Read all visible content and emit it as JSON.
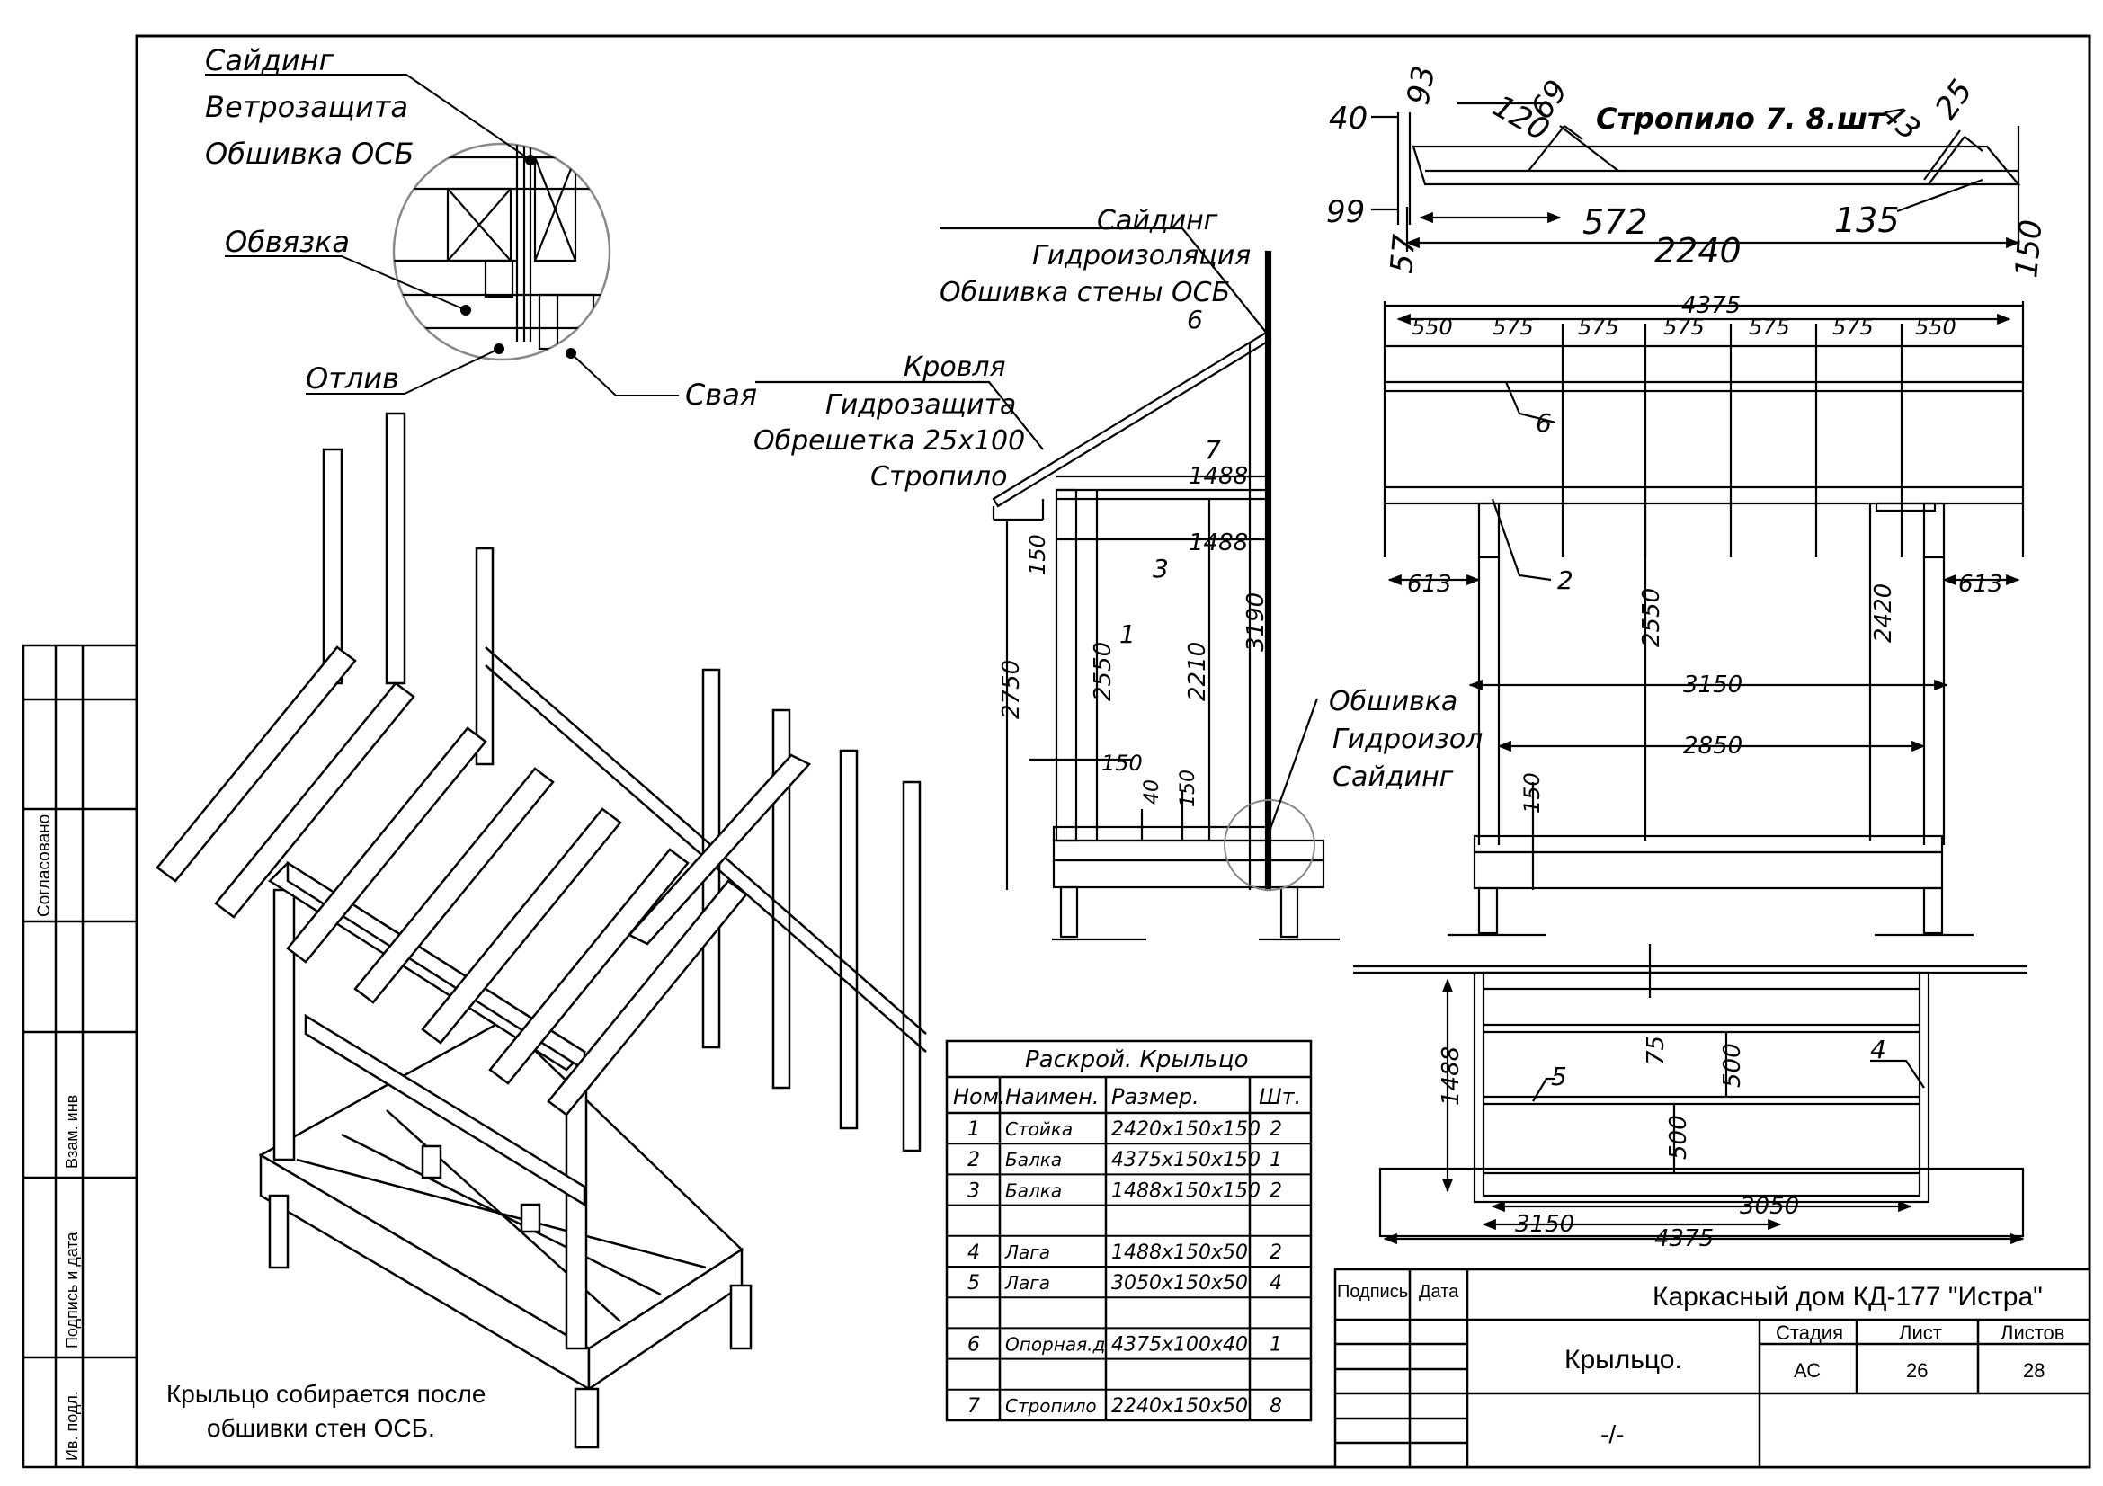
{
  "side_stamp": {
    "soglasovano": "Согласовано",
    "vzam_inv": "Взам. инв",
    "podpis_data": "Подпись и дата",
    "inv_podl": "Ив. подл."
  },
  "detail_callout": {
    "siding": "Сайдинг",
    "windproof": "Ветрозащита",
    "osb_cladding": "Обшивка ОСБ",
    "binding": "Обвязка",
    "drip": "Отлив",
    "pile": "Свая"
  },
  "section_labels": {
    "siding": "Сайдинг",
    "waterproofing": "Гидроизоляция",
    "wall_osb": "Обшивка стены ОСБ",
    "roofing": "Кровля",
    "hydro_protection": "Гидрозащита",
    "battens": "Обрешетка 25х100",
    "rafter": "Стропило",
    "cladding": "Обшивка",
    "hydro_insul": "Гидроизол",
    "siding2": "Сайдинг"
  },
  "section_dims": {
    "d1488a": "1488",
    "d1488b": "1488",
    "d150a": "150",
    "d2750": "2750",
    "d2550": "2550",
    "d2210": "2210",
    "d3190": "3190",
    "d150b": "150",
    "d40": "40",
    "d150c": "150"
  },
  "section_marks": {
    "m1": "1",
    "m3": "3",
    "m6": "6",
    "m7": "7"
  },
  "rafter_detail": {
    "title": "Стропило  7.  8.шт",
    "d40": "40",
    "d93": "93",
    "d120": "120",
    "d69": "69",
    "d43": "43",
    "d25": "25",
    "d99": "99",
    "d57": "57",
    "d572": "572",
    "d2240": "2240",
    "d135": "135",
    "d150": "150"
  },
  "front_view": {
    "d4375": "4375",
    "spacing": [
      "550",
      "575",
      "575",
      "575",
      "575",
      "575",
      "550"
    ],
    "d613l": "613",
    "d613r": "613",
    "d2550": "2550",
    "d2420": "2420",
    "d3150": "3150",
    "d2850": "2850",
    "d150": "150",
    "m6": "6",
    "m2": "2"
  },
  "plan_view": {
    "d1488": "1488",
    "d75": "75",
    "d500a": "500",
    "d500b": "500",
    "d3050": "3050",
    "d3150": "3150",
    "d4375": "4375",
    "m5": "5",
    "m4": "4"
  },
  "cut_table": {
    "title": "Раскрой.  Крыльцо",
    "headers": [
      "Ном.",
      "Наимен.",
      "Размер.",
      "Шт."
    ],
    "rows": [
      [
        "1",
        "Стойка",
        "2420х150х150",
        "2"
      ],
      [
        "2",
        "Балка",
        "4375х150х150",
        "1"
      ],
      [
        "3",
        "Балка",
        "1488х150х150",
        "2"
      ],
      [
        "",
        "",
        "",
        ""
      ],
      [
        "4",
        "Лага",
        "1488х150х50",
        "2"
      ],
      [
        "5",
        "Лага",
        "3050х150х50",
        "4"
      ],
      [
        "",
        "",
        "",
        ""
      ],
      [
        "6",
        "Опорная.д",
        "4375х100х40",
        "1"
      ],
      [
        "",
        "",
        "",
        ""
      ],
      [
        "7",
        "Стропило",
        "2240х150х50",
        "8"
      ]
    ]
  },
  "note": {
    "line1": "Крыльцо собирается после",
    "line2": "обшивки стен ОСБ."
  },
  "title_block": {
    "podpis": "Подпись",
    "data": "Дата",
    "project": "Каркасный дом КД-177 \"Истра\"",
    "sheet_name": "Крыльцо.",
    "stage_h": "Стадия",
    "list_h": "Лист",
    "listov_h": "Листов",
    "stage": "АС",
    "list": "26",
    "listov": "28",
    "dash": "-/-"
  }
}
